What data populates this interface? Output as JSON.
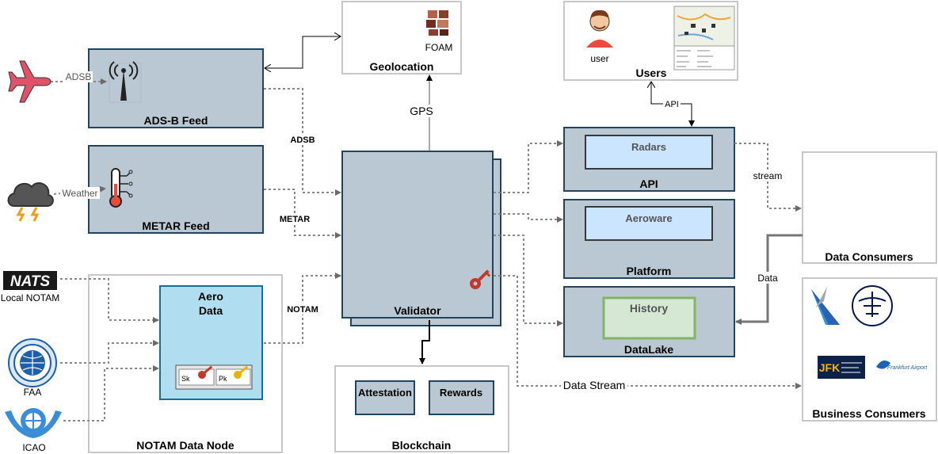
{
  "nodes": {
    "adsb_feed": "ADS-B Feed",
    "metar_feed": "METAR Feed",
    "notam_node": "NOTAM Data Node",
    "aero_data": "Aero\nData",
    "sk": "Sk",
    "pk": "Pk",
    "geolocation": "Geolocation",
    "foam": "FOAM",
    "validator": "Validator",
    "blockchain": "Blockchain",
    "attestation": "Attestation",
    "rewards": "Rewards",
    "users": "Users",
    "user": "user",
    "api": "API",
    "radars": "Radars",
    "platform": "Platform",
    "aeroware": "Aeroware",
    "datalake": "DataLake",
    "history": "History",
    "data_consumers": "Data Consumers",
    "business_consumers": "Business Consumers"
  },
  "sources": {
    "local_notam": "Local NOTAM",
    "nats_logo": "NATS",
    "faa": "FAA",
    "icao": "ICAO"
  },
  "edges": {
    "adsb_in": "ADSB",
    "weather_in": "Weather",
    "adsb": "ADSB",
    "metar": "METAR",
    "notam": "NOTAM",
    "gps": "GPS",
    "api": "API",
    "stream": "stream",
    "data": "Data",
    "data_stream": "Data Stream"
  },
  "logos": {
    "jfk": "JFK",
    "frankfurt": "Frankfurt Airport"
  },
  "colors": {
    "slate_fill": "#bac8d3",
    "slate_stroke": "#23445d",
    "aero_fill": "#b1ddf0",
    "aero_stroke": "#10739e",
    "history_fill": "#d5e8d4",
    "history_stroke": "#82b366",
    "box_blue": "#cce5ff"
  }
}
